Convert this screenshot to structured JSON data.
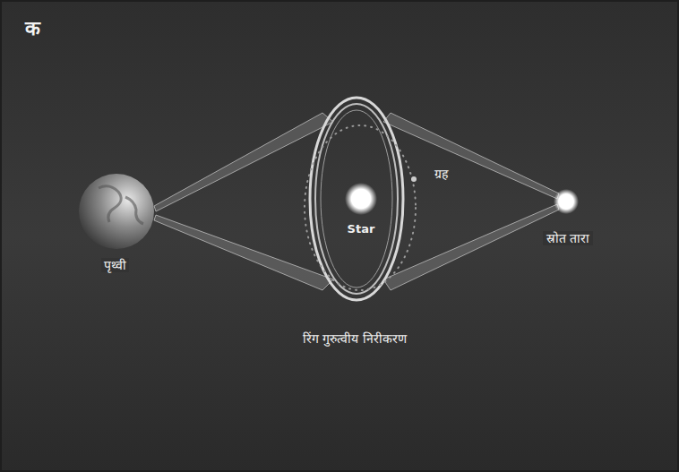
{
  "diagram": {
    "labels": [
      "क",
      "पृथ्वी",
      "Star",
      "ग्रह",
      "स्रोत तारा",
      "रिंग गुरुत्वीय निरीकरण"
    ]
  }
}
